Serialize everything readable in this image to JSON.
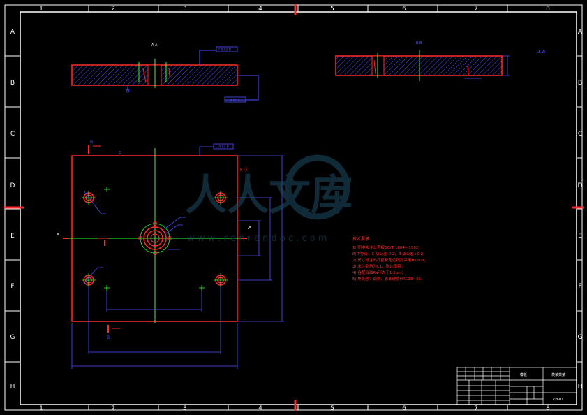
{
  "frame": {
    "col_labels": [
      "1",
      "2",
      "3",
      "4",
      "5",
      "6",
      "7",
      "8"
    ],
    "row_labels": [
      "A",
      "B",
      "C",
      "D",
      "E",
      "F",
      "G",
      "H"
    ]
  },
  "views": {
    "section_aa_label": "A-A",
    "section_bb_label": "B-B",
    "roughness_note": "3.2/",
    "view_e_label": "E",
    "view_f_label": "F-Ⓐ",
    "arrow_a_label": "A",
    "arrow_b_label": "B"
  },
  "tolerance": {
    "frame1": "// 0.02 B",
    "frame2": "⊥ 0.02 B",
    "frame3": "⊥ 0.02 B"
  },
  "watermark": {
    "text": "人人文库",
    "url": "w w w . r e n r e n d o c . c o m"
  },
  "notes": {
    "title": "技术要求",
    "lines": [
      "1) 图中未注公差按GB/T 1804—1992",
      "   的中等级，C 级公差-0.2，B 级公差+0.2；",
      "2) 尺寸标注的孔径和定位销孔采用HT200；",
      "3) 未注倒角为C1，锐边倒钝；",
      "4) 各配合面Ra不大于1.6μm；",
      "5) 热处理：调质，表面硬度HRC28~32。"
    ]
  },
  "title_block": {
    "name": "模板",
    "company": "某某某某",
    "drawing_no": "ZH-01"
  }
}
